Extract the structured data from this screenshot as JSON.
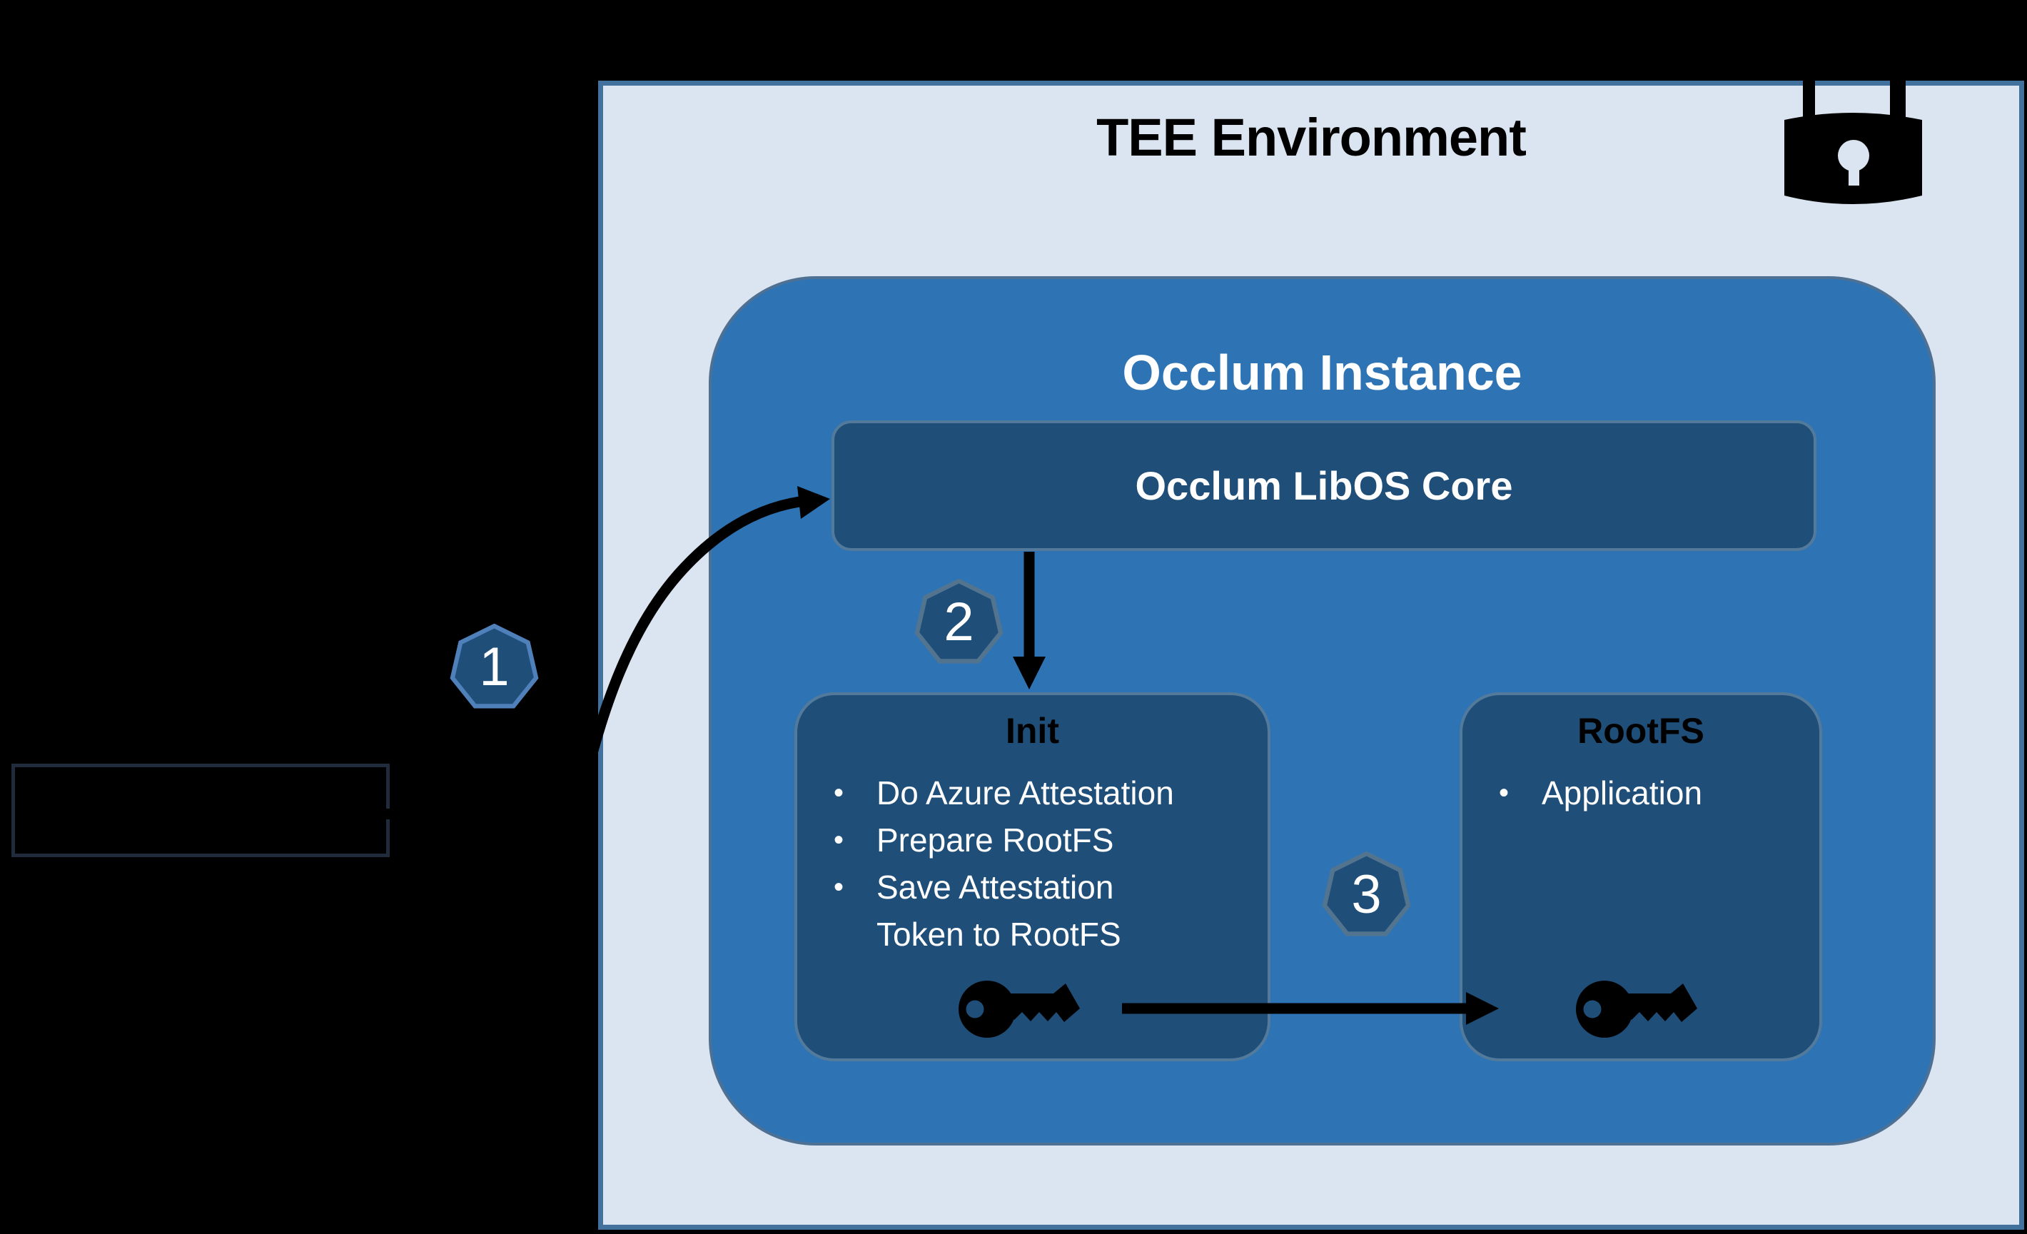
{
  "colors": {
    "canvas_bg": "#000000",
    "tee_fill": "#dbe5f1",
    "tee_border": "#41719c",
    "occlum_fill": "#2e74b5",
    "occlum_border": "#4e7093",
    "panel_fill": "#1f4e79",
    "panel_border": "#537a9b",
    "badge_fill": "#1f4e79",
    "badge_border_bright": "#4f80ba",
    "badge_border_muted": "#53748f",
    "title_ink": "#000000",
    "text_light": "#ffffff",
    "ink": "#000000",
    "untrusted_border": "#202b3b"
  },
  "bullet_char": "•",
  "tee": {
    "title": "TEE Environment"
  },
  "occlum": {
    "title": "Occlum Instance"
  },
  "libos": {
    "label": "Occlum LibOS Core"
  },
  "init_box": {
    "title": "Init",
    "items": [
      "Do Azure Attestation",
      "Prepare RootFS",
      "Save Attestation Token to RootFS"
    ]
  },
  "rootfs_box": {
    "title": "RootFS",
    "items": [
      "Application"
    ]
  },
  "badges": {
    "step1": "1",
    "step2": "2",
    "step3": "3"
  },
  "icons": {
    "lock": "padlock-icon",
    "key_init": "key-icon",
    "key_rootfs": "key-icon"
  }
}
